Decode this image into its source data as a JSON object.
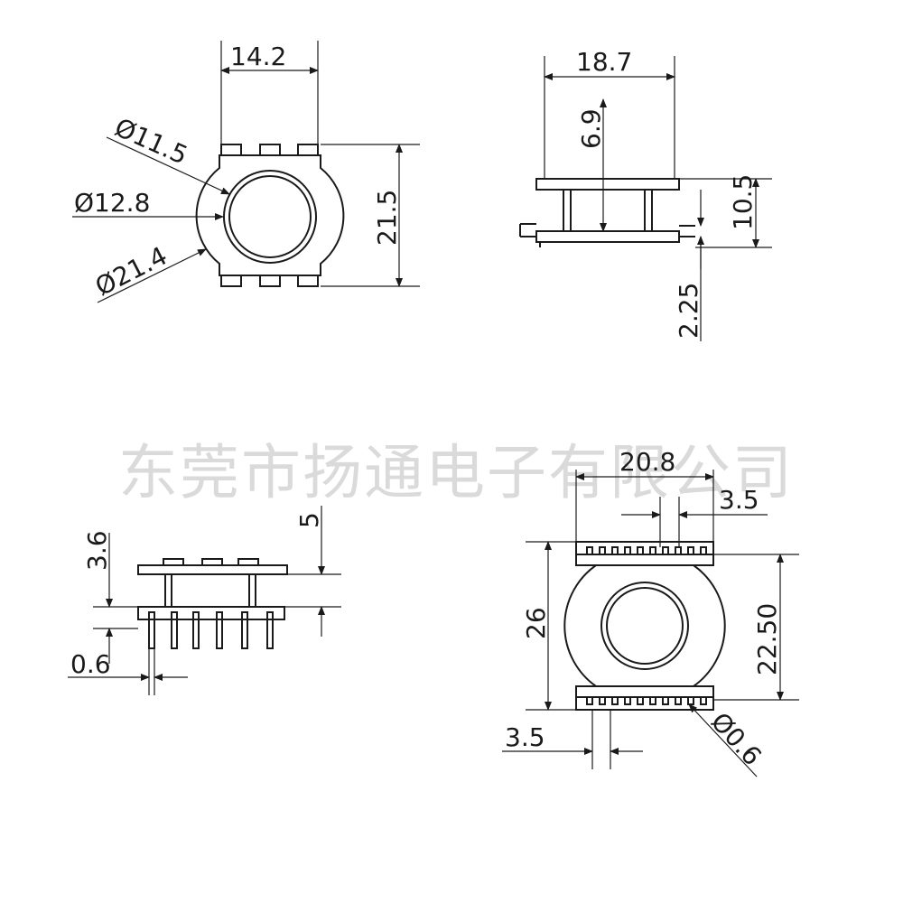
{
  "watermark": "东莞市扬通电子有限公司",
  "views": {
    "top_left": {
      "dims": {
        "width": "14.2",
        "d_inner": "Ø11.5",
        "d_mid": "Ø12.8",
        "d_outer": "Ø21.4",
        "height": "21.5"
      }
    },
    "top_right": {
      "dims": {
        "width": "18.7",
        "core": "6.9",
        "height": "10.5",
        "pin": "2.25"
      }
    },
    "bottom_left": {
      "dims": {
        "flange": "3.6",
        "top": "5",
        "pin_d": "0.6"
      }
    },
    "bottom_right": {
      "dims": {
        "width": "20.8",
        "pitch_top": "3.5",
        "height": "26",
        "inner_h": "22.50",
        "pitch_bottom": "3.5",
        "pin_d": "Ø0.6"
      }
    }
  }
}
